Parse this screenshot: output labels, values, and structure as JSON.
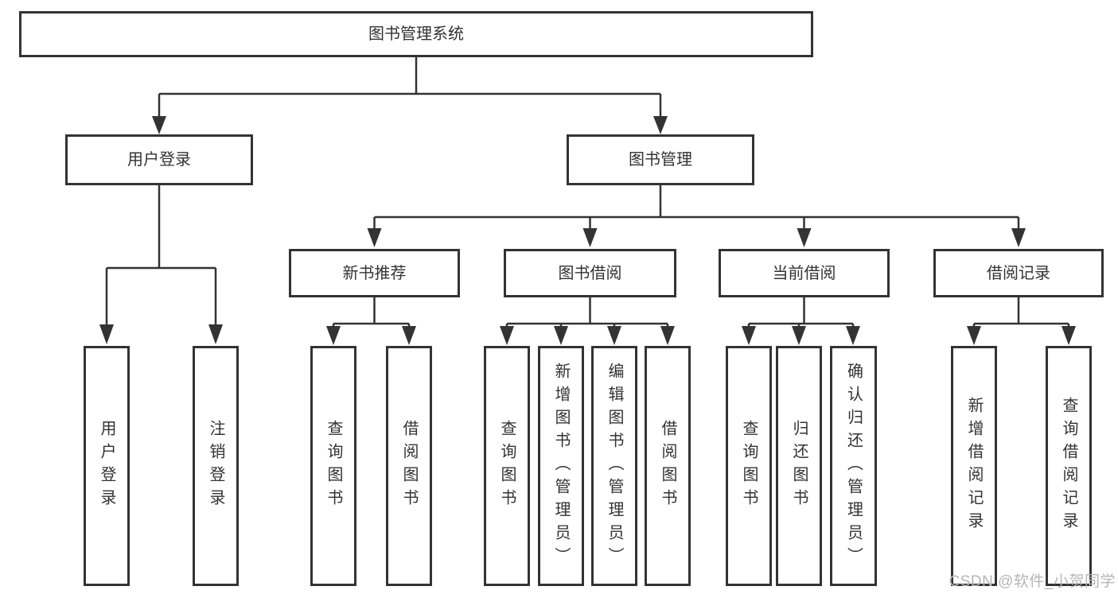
{
  "tree": {
    "root": "图书管理系统",
    "level2": [
      {
        "label": "用户登录",
        "leaves": [
          "用户登录",
          "注销登录"
        ]
      },
      {
        "label": "图书管理",
        "modules": [
          {
            "label": "新书推荐",
            "leaves": [
              "查询图书",
              "借阅图书"
            ]
          },
          {
            "label": "图书借阅",
            "leaves": [
              "查询图书",
              "新增图书（管理员）",
              "编辑图书（管理员）",
              "借阅图书"
            ]
          },
          {
            "label": "当前借阅",
            "leaves": [
              "查询图书",
              "归还图书",
              "确认归还（管理员）"
            ]
          },
          {
            "label": "借阅记录",
            "leaves": [
              "新增借阅记录",
              "查询借阅记录"
            ]
          }
        ]
      }
    ]
  },
  "watermark": "CSDN @软件_小贺同学",
  "colors": {
    "line": "#333333",
    "text": "#333333",
    "watermark": "#b5b5b5",
    "background": "#ffffff"
  }
}
